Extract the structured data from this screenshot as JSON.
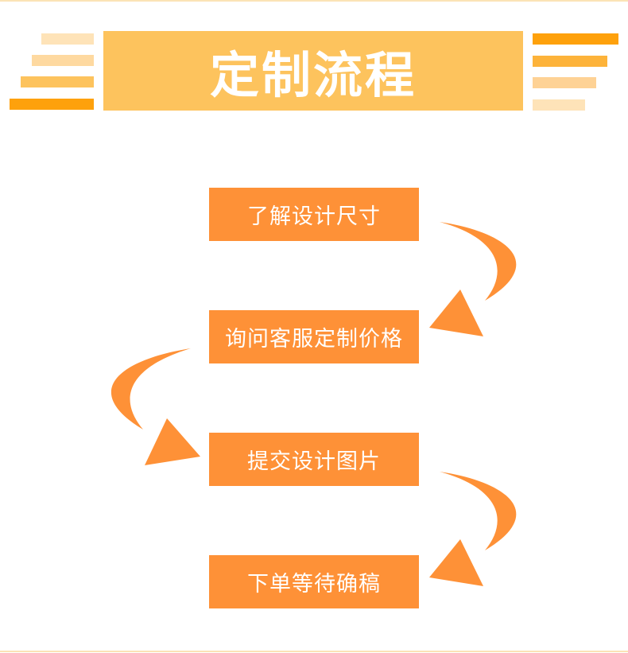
{
  "title": "定制流程",
  "colors": {
    "title_bg": "#fdc35d",
    "step_bg": "#fe9137",
    "arrow": "#fe9137",
    "stripe_dark": "#fea10c",
    "stripe_mid": "#fdc35d",
    "stripe_light": "#fee3b8"
  },
  "steps": [
    {
      "label": "了解设计尺寸"
    },
    {
      "label": "询问客服定制价格"
    },
    {
      "label": "提交设计图片"
    },
    {
      "label": "下单等待确稿"
    }
  ]
}
